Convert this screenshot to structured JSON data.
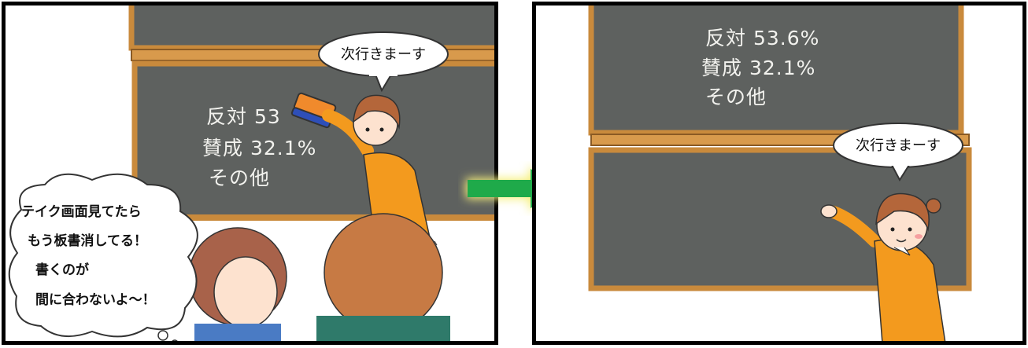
{
  "left_panel": {
    "board_lines": [
      "反対 53",
      "賛成 32.1%",
      "その他"
    ],
    "speech": "次行きまーす",
    "thought_lines": [
      "テイク画面見てたら",
      "もう板書消してる！",
      "書くのが",
      "間に合わないよ～！"
    ]
  },
  "right_panel": {
    "board_lines": [
      "反対 53.6%",
      "賛成 32.1%",
      "その他"
    ],
    "speech": "次行きまーす"
  },
  "colors": {
    "board": "#5e615f",
    "frame": "#c98a3c",
    "shirt": "#f39a1e",
    "hair": "#b4663a",
    "arrow": "#1faa4a",
    "arrow_glow": "#f5f07a"
  }
}
